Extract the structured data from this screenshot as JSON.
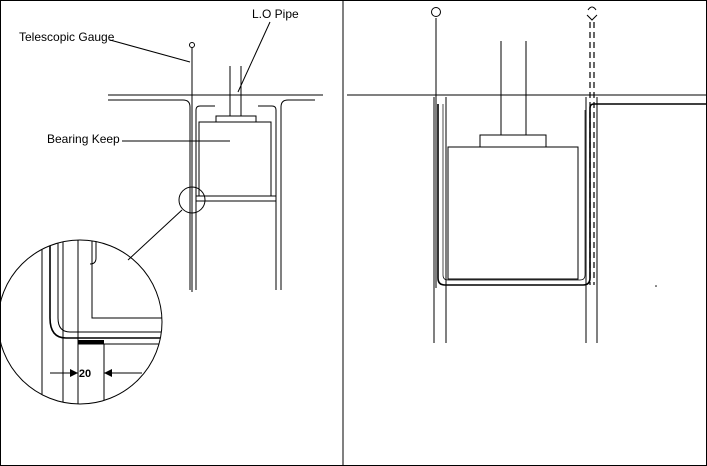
{
  "labels": {
    "telescopic_gauge": "Telescopic Gauge",
    "lo_pipe": "L.O Pipe",
    "bearing_keep": "Bearing Keep",
    "dimension": "20"
  }
}
